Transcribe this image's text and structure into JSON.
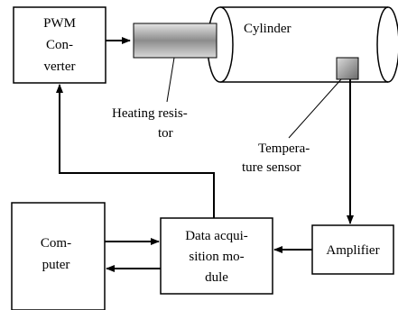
{
  "pwm_converter": {
    "lines": [
      "PWM",
      "Con-",
      "verter"
    ]
  },
  "cylinder": {
    "label": "Cylinder"
  },
  "heating_resistor": {
    "lines": [
      "Heating resis-",
      "tor"
    ]
  },
  "temperature_sensor": {
    "lines": [
      "Tempera-",
      "ture sensor"
    ]
  },
  "computer": {
    "lines": [
      "Com-",
      "puter"
    ]
  },
  "data_acquisition": {
    "lines": [
      "Data acqui-",
      "sition mo-",
      "dule"
    ]
  },
  "amplifier": {
    "label": "Amplifier"
  }
}
